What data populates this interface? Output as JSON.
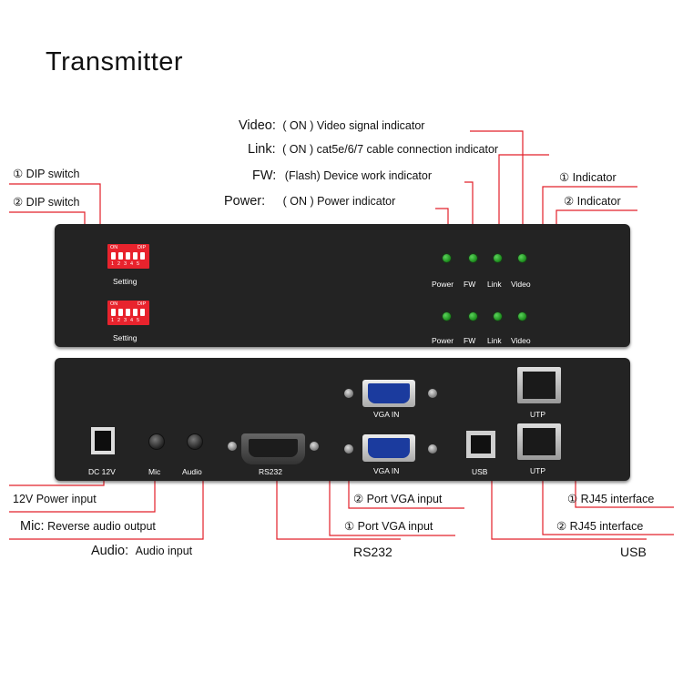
{
  "title": "Transmitter",
  "top_labels": {
    "video": {
      "key": "Video:",
      "paren": "( ON )",
      "desc": "Video signal indicator"
    },
    "link": {
      "key": "Link:",
      "paren": "( ON )",
      "desc": "cat5e/6/7 cable connection indicator"
    },
    "fw": {
      "key": "FW:",
      "paren": "(Flash)",
      "desc": "Device work indicator"
    },
    "power": {
      "key": "Power:",
      "paren": "( ON )",
      "desc": "Power indicator"
    }
  },
  "left_labels": {
    "dip1": "① DIP switch",
    "dip2": "② DIP switch"
  },
  "right_labels": {
    "ind1": "① Indicator",
    "ind2": "② Indicator"
  },
  "front_panel": {
    "dip_on": "ON",
    "dip_name": "DIP",
    "dip_numbers": "1 2 3 4 5",
    "setting_label": "Setting",
    "led_labels": [
      "Power",
      "FW",
      "Link",
      "Video"
    ]
  },
  "rear_panel": {
    "dc": "DC 12V",
    "mic": "Mic",
    "audio": "Audio",
    "rs232": "RS232",
    "vga_in": "VGA IN",
    "usb": "USB",
    "utp": "UTP"
  },
  "bottom_labels": {
    "power_input": "12V Power input",
    "mic_key": "Mic:",
    "mic_desc": "Reverse audio output",
    "audio_key": "Audio:",
    "audio_desc": "Audio input",
    "vga2": "② Port VGA input",
    "vga1": "① Port VGA input",
    "rs232": "RS232",
    "rj1": "① RJ45 interface",
    "rj2": "② RJ45 interface",
    "usb": "USB"
  },
  "colors": {
    "callout_line": "#e2202a",
    "panel": "#232323",
    "dip": "#e8232d",
    "led": "#2fae2f",
    "vga_blue": "#1b3b9e"
  }
}
